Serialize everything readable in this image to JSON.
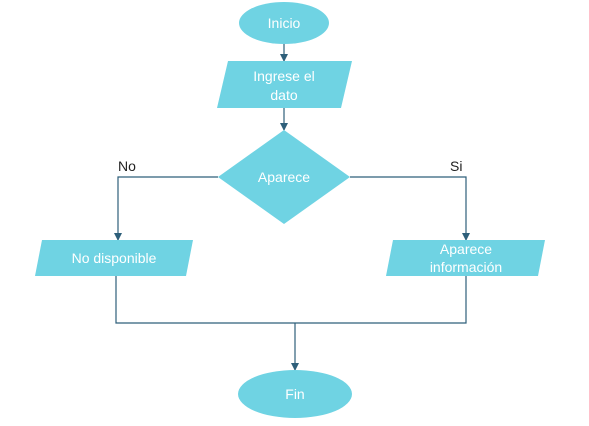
{
  "diagram": {
    "start": "Inicio",
    "input": [
      "Ingrese el",
      "dato"
    ],
    "decision": "Aparece",
    "branch_no": "No",
    "branch_yes": "Si",
    "output_no": "No disponible",
    "output_yes": [
      "Aparece",
      "información"
    ],
    "end": "Fin"
  },
  "colors": {
    "shape_fill": "#6fd3e3",
    "shape_text": "#ffffff",
    "connector": "#2e5f7a",
    "branch_label": "#1f1f1f"
  }
}
